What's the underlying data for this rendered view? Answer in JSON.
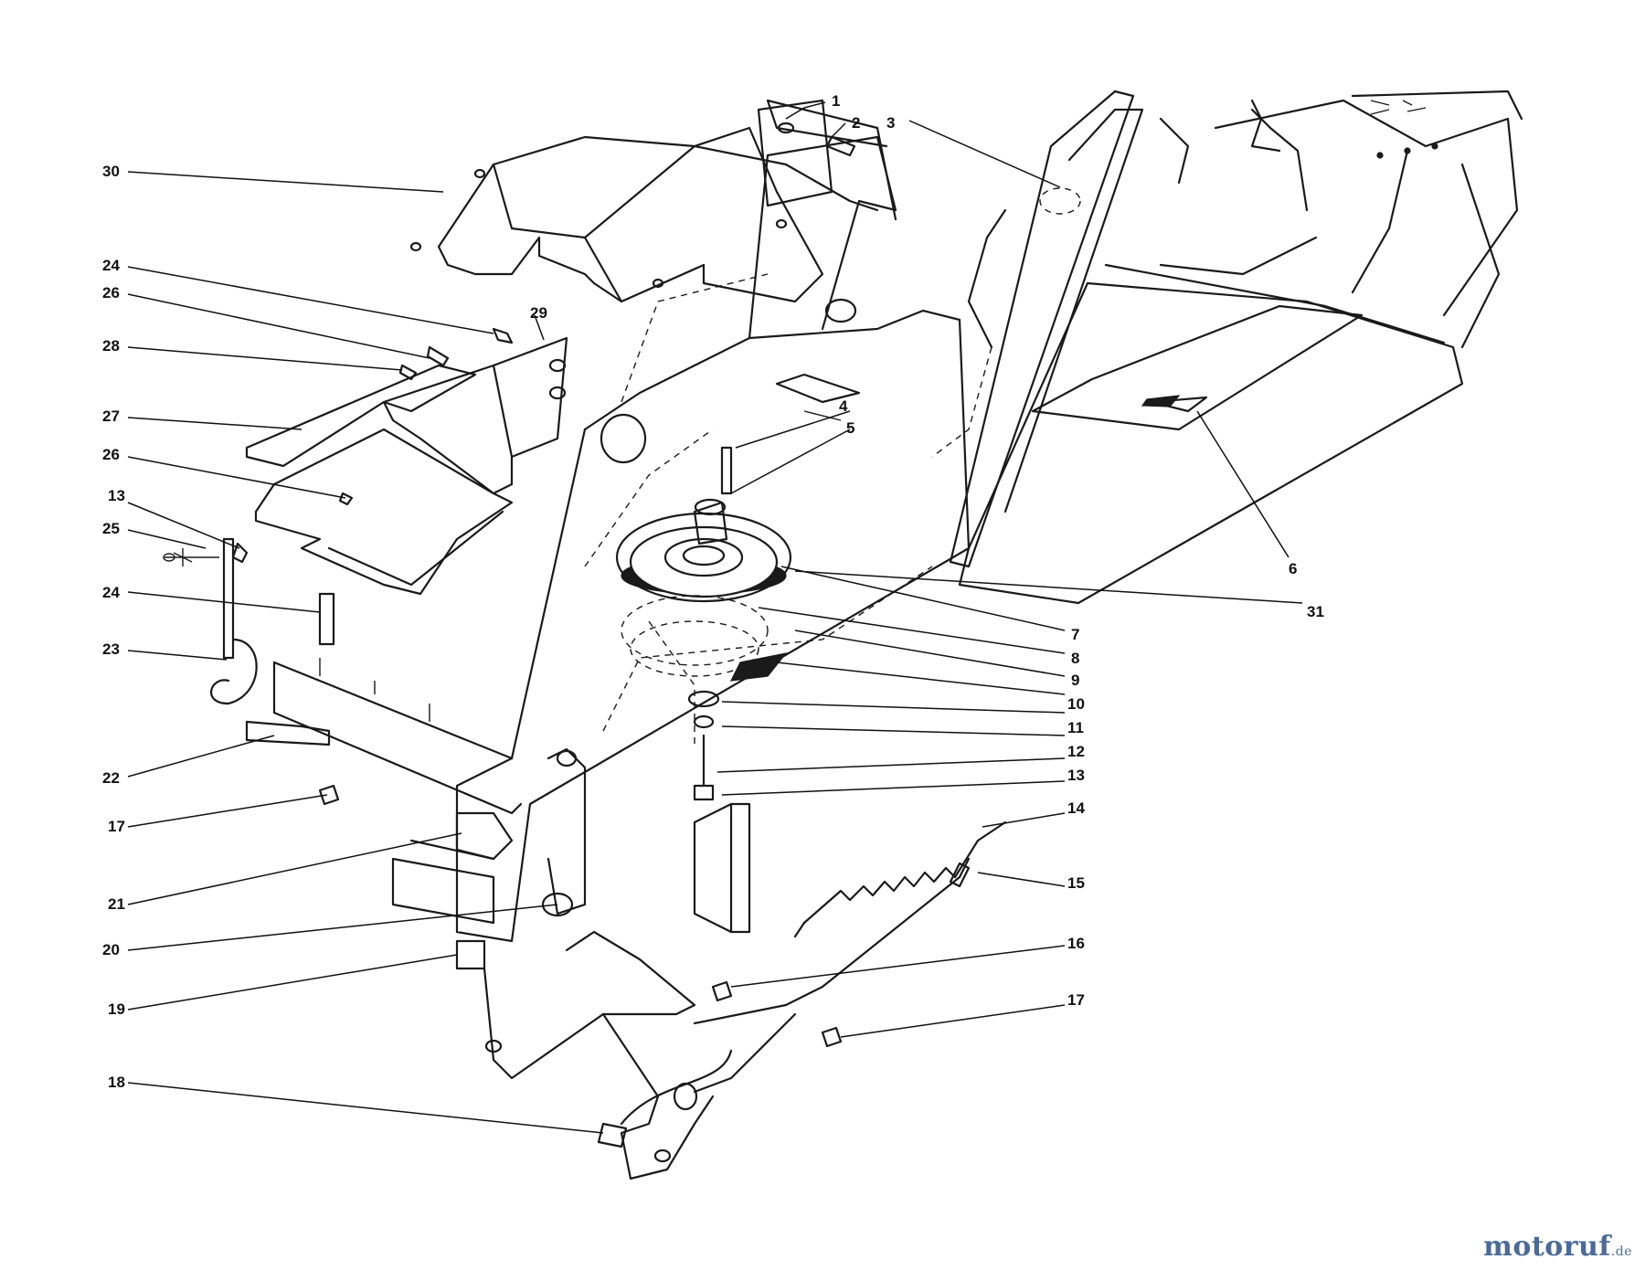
{
  "callouts": [
    {
      "id": "c1",
      "label": "1"
    },
    {
      "id": "c2",
      "label": "2"
    },
    {
      "id": "c3",
      "label": "3"
    },
    {
      "id": "c4",
      "label": "4"
    },
    {
      "id": "c5",
      "label": "5"
    },
    {
      "id": "c6",
      "label": "6"
    },
    {
      "id": "c7",
      "label": "7"
    },
    {
      "id": "c8",
      "label": "8"
    },
    {
      "id": "c9",
      "label": "9"
    },
    {
      "id": "c10",
      "label": "10"
    },
    {
      "id": "c11",
      "label": "11"
    },
    {
      "id": "c12",
      "label": "12"
    },
    {
      "id": "c13r",
      "label": "13"
    },
    {
      "id": "c14",
      "label": "14"
    },
    {
      "id": "c15",
      "label": "15"
    },
    {
      "id": "c16",
      "label": "16"
    },
    {
      "id": "c17r",
      "label": "17"
    },
    {
      "id": "c18",
      "label": "18"
    },
    {
      "id": "c19",
      "label": "19"
    },
    {
      "id": "c20",
      "label": "20"
    },
    {
      "id": "c21",
      "label": "21"
    },
    {
      "id": "c17l",
      "label": "17"
    },
    {
      "id": "c22",
      "label": "22"
    },
    {
      "id": "c23",
      "label": "23"
    },
    {
      "id": "c24b",
      "label": "24"
    },
    {
      "id": "c25",
      "label": "25"
    },
    {
      "id": "c13l",
      "label": "13"
    },
    {
      "id": "c26b",
      "label": "26"
    },
    {
      "id": "c27",
      "label": "27"
    },
    {
      "id": "c28",
      "label": "28"
    },
    {
      "id": "c26a",
      "label": "26"
    },
    {
      "id": "c24a",
      "label": "24"
    },
    {
      "id": "c29",
      "label": "29"
    },
    {
      "id": "c30",
      "label": "30"
    },
    {
      "id": "c31",
      "label": "31"
    }
  ],
  "watermark": {
    "brand": "motoruf",
    "tld": ".de",
    "color": "#4a6b9a"
  }
}
